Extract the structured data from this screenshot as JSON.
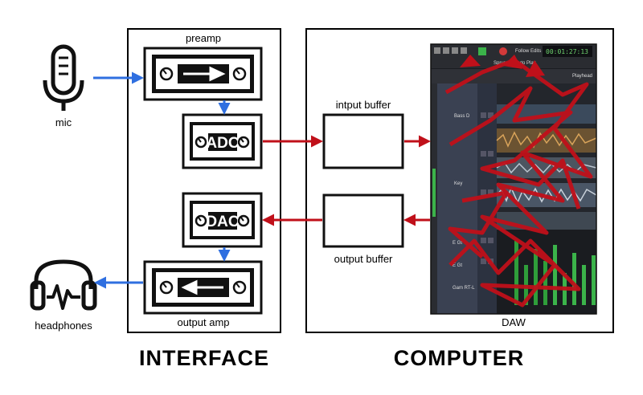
{
  "labels": {
    "mic": "mic",
    "headphones": "headphones",
    "preamp": "preamp",
    "output_amp": "output amp",
    "adc": "ADC",
    "dac": "DAC",
    "input_buffer": "intput buffer",
    "output_buffer": "output buffer",
    "daw": "DAW",
    "interface": "INTERFACE",
    "computer": "COMPUTER"
  },
  "daw_screen": {
    "time": "00:01:27:13",
    "toolbar_items": [
      "Follow Edits",
      "Auto Play",
      "Sprung",
      "Playhead"
    ],
    "track_names": [
      "Bass D",
      "Key",
      "E Gt",
      "E Gt",
      "Gam RT-L"
    ]
  },
  "colors": {
    "audio_signal": "#2f6fe0",
    "digital_signal": "#c0101a",
    "outline": "#000000"
  }
}
